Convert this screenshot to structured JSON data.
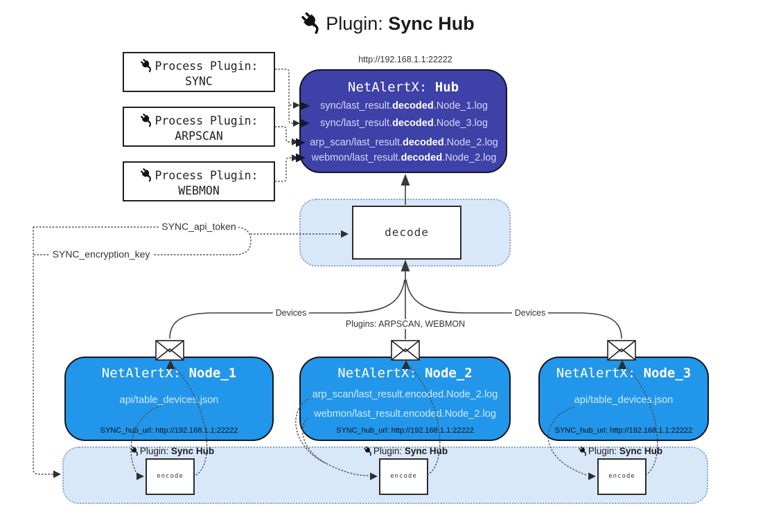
{
  "title": {
    "label": "Plugin:",
    "name": "Sync Hub"
  },
  "process_plugins": [
    {
      "title": "Process Plugin:",
      "name": "SYNC"
    },
    {
      "title": "Process Plugin:",
      "name": "ARPSCAN"
    },
    {
      "title": "Process Plugin:",
      "name": "WEBMON"
    }
  ],
  "hub": {
    "url": "http://192.168.1.1:22222",
    "title": "NetAlertX: ",
    "name": "Hub",
    "logs": [
      {
        "pre": "sync/last_result.",
        "bold": "decoded",
        "post": ".Node_1.log"
      },
      {
        "pre": "sync/last_result.",
        "bold": "decoded",
        "post": ".Node_3.log"
      },
      {
        "pre": "arp_scan/last_result.",
        "bold": "decoded",
        "post": ".Node_2.log"
      },
      {
        "pre": "webmon/last_result.",
        "bold": "decoded",
        "post": ".Node_2.log"
      }
    ]
  },
  "decode": {
    "label": "decode"
  },
  "settings": {
    "api_token": "SYNC_api_token",
    "encryption_key": "SYNC_encryption_key"
  },
  "edges": {
    "devices_left": "Devices",
    "plugins_middle": "Plugins: ARPSCAN, WEBMON",
    "devices_right": "Devices"
  },
  "nodes": [
    {
      "title": "NetAlertX: ",
      "name": "Node_1",
      "files": [
        "api/table_devices.json"
      ],
      "hub_url": "SYNC_hub_url: http://192.168.1.1:22222"
    },
    {
      "title": "NetAlertX: ",
      "name": "Node_2",
      "files": [
        "arp_scan/last_result.encoded.Node_2.log",
        "webmon/last_result.encoded.Node_2.log"
      ],
      "hub_url": "SYNC_hub_url: http://192.168.1.1:22222"
    },
    {
      "title": "NetAlertX: ",
      "name": "Node_3",
      "files": [
        "api/table_devices.json"
      ],
      "hub_url": "SYNC_hub_url: http://192.168.1.1:22222"
    }
  ],
  "encoder": {
    "label": "Plugin: ",
    "name": "Sync Hub",
    "box": "encode"
  },
  "icons": {
    "plug": "plug-icon",
    "envelope": "envelope-icon"
  },
  "colors": {
    "hub_fill": "#3e41a8",
    "node_fill": "#2296ea",
    "panel_fill": "#d9e8f9",
    "panel_border": "#8ea9c4",
    "hub_log_text": "#d6d7f1",
    "node_file_text": "#d3e9fc",
    "line": "#3f3f3f"
  }
}
